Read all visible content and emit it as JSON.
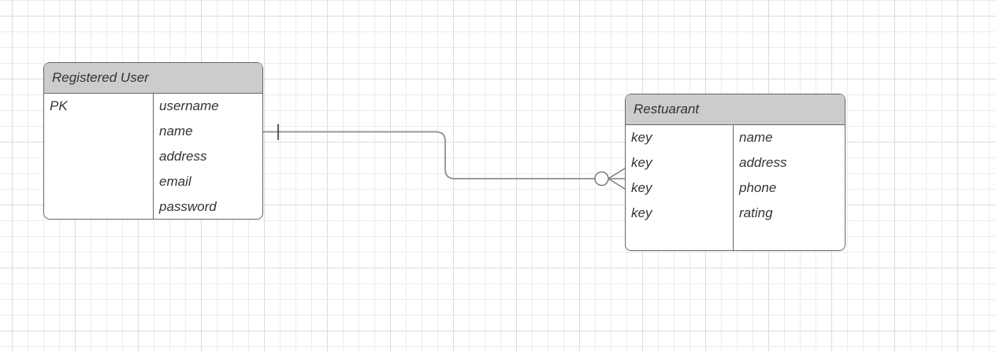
{
  "diagram": {
    "type": "entity-relationship",
    "entities": [
      {
        "title": "Registered User",
        "key_column": [
          "PK",
          "",
          "",
          "",
          ""
        ],
        "attr_column": [
          "username",
          "name",
          "address",
          "email",
          "password"
        ]
      },
      {
        "title": "Restuarant",
        "key_column": [
          "key",
          "key",
          "key",
          "key"
        ],
        "attr_column": [
          "name",
          "address",
          "phone",
          "rating"
        ]
      }
    ],
    "relationship": {
      "source": "Registered User",
      "target": "Restuarant",
      "source_cardinality": "exactly-one",
      "target_cardinality": "zero-or-many"
    },
    "colors": {
      "canvas_bg": "#ffffff",
      "grid_minor": "#ececec",
      "grid_major": "#dcdcdc",
      "entity_header_fill": "#cccccc",
      "entity_border": "#666666",
      "text": "#333333",
      "connector": "#999999",
      "marker": "#808080",
      "one_tick": "#333333"
    }
  }
}
